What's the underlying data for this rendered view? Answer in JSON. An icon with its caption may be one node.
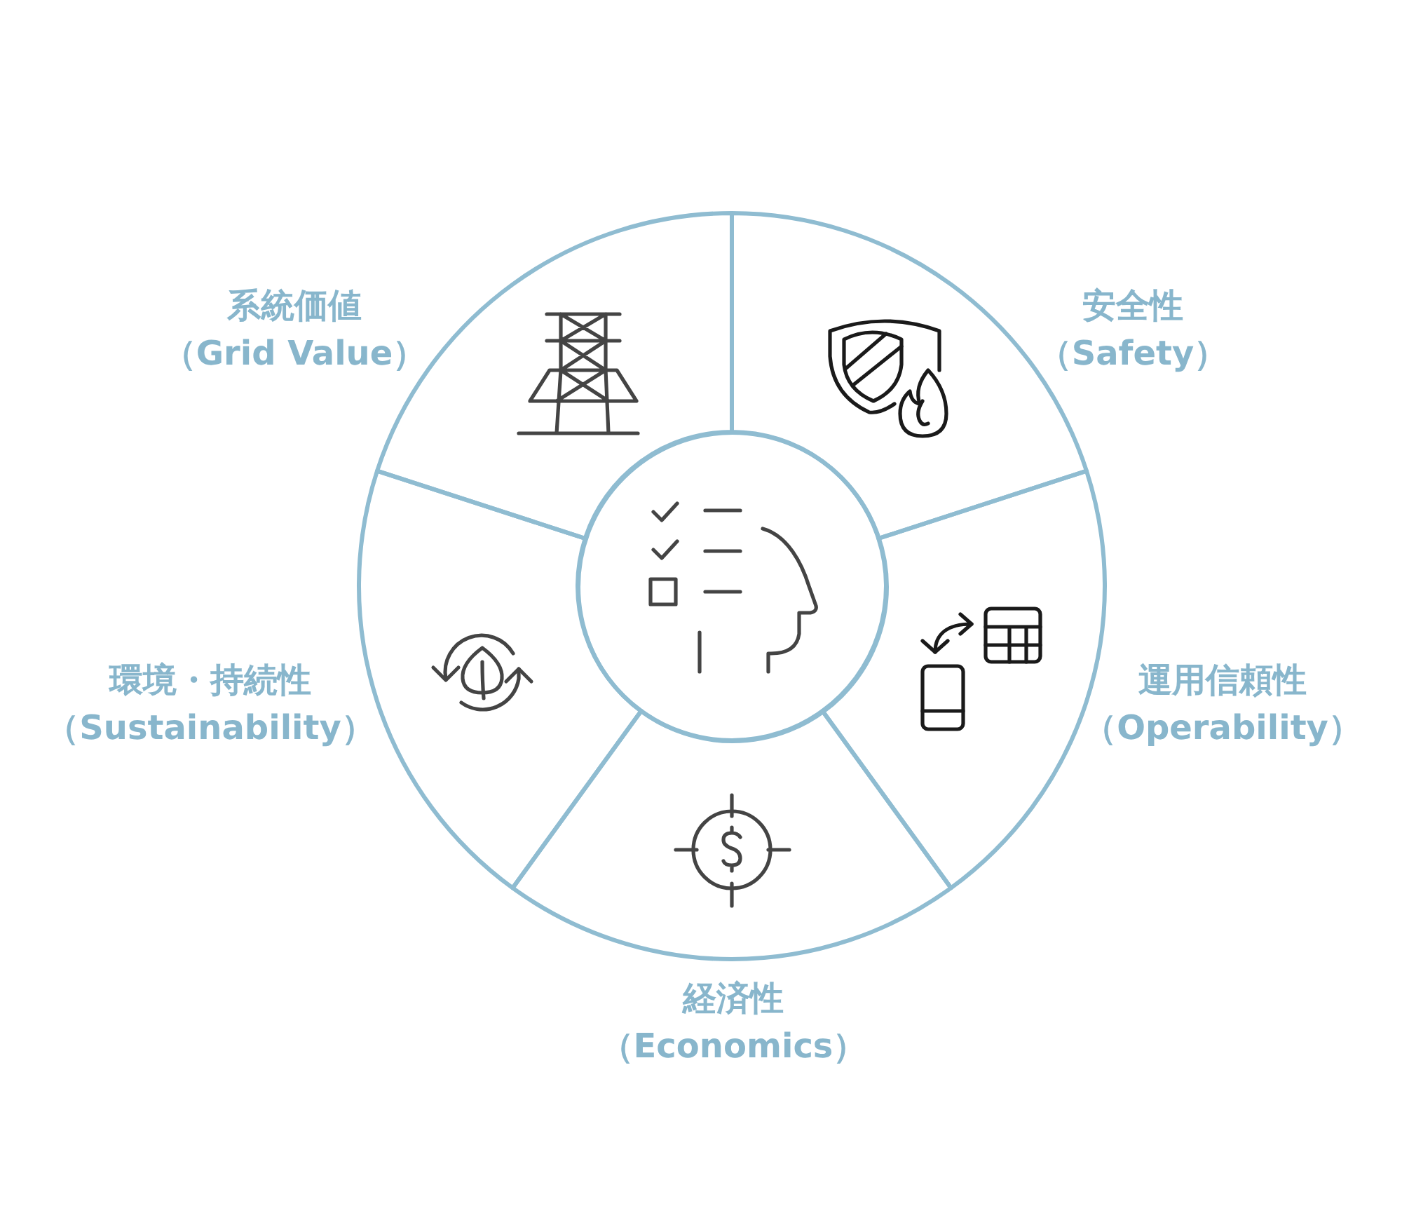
{
  "diagram": {
    "nodes": [
      {
        "text": [
          "系統価値",
          "（Grid Value）"
        ]
      },
      {
        "text": [
          "安全性",
          "（Safety）"
        ]
      },
      {
        "text": [
          "運用信頼性",
          "（Operability）"
        ]
      },
      {
        "text": [
          "経済性",
          "（Economics）"
        ]
      },
      {
        "text": [
          "環境・持続性",
          "（Sustainability）"
        ]
      },
      {
        "text": [],
        "shape": "circle"
      }
    ]
  }
}
